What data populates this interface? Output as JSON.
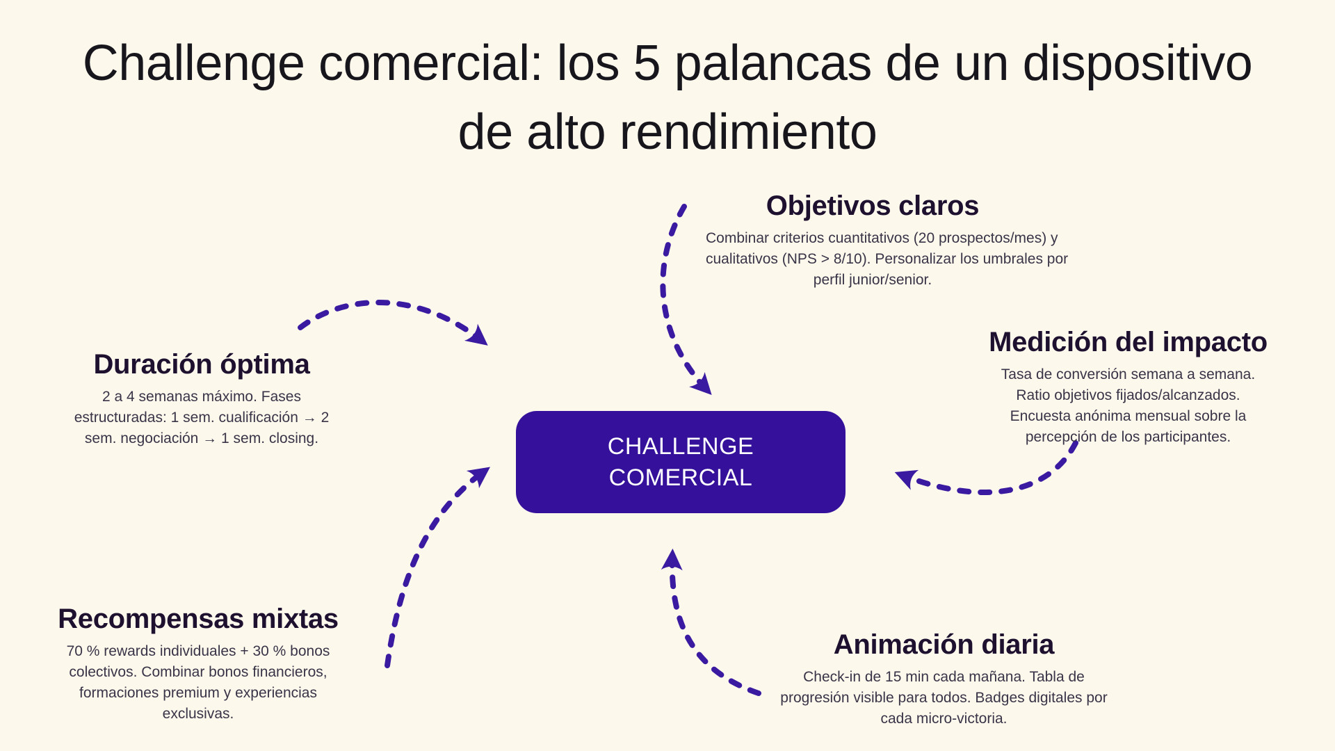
{
  "title": {
    "line1": "Challenge comercial: los 5 palancas de un dispositivo",
    "line2": "de alto rendimiento"
  },
  "center": {
    "label_line1": "CHALLENGE",
    "label_line2": "COMERCIAL"
  },
  "branches": [
    {
      "heading": "Objetivos claros",
      "body_lines": [
        "Combinar criterios cuantitativos (20 prospectos/mes) y",
        "cualitativos (NPS > 8/10). Personalizar los umbrales por",
        "perfil junior/senior."
      ]
    },
    {
      "heading": "Medición del impacto",
      "body_lines": [
        "Tasa de conversión semana a semana.",
        "Ratio objetivos fijados/alcanzados.",
        "Encuesta anónima mensual sobre la",
        "percepción de los participantes."
      ]
    },
    {
      "heading": "Duración óptima",
      "body_lines": [
        "2 a 4 semanas máximo. Fases",
        "estructuradas: 1 sem. cualificación → 2",
        "sem. negociación → 1 sem. closing."
      ]
    },
    {
      "heading": "Recompensas mixtas",
      "body_lines": [
        "70 % rewards individuales + 30 % bonos",
        "colectivos. Combinar bonos financieros,",
        "formaciones premium y experiencias",
        "exclusivas."
      ]
    },
    {
      "heading": "Animación diaria",
      "body_lines": [
        "Check-in de 15 min cada mañana. Tabla de",
        "progresión visible para todos. Badges digitales por",
        "cada micro-victoria."
      ]
    }
  ],
  "colors": {
    "background": "#fcf8ec",
    "accent": "#35119b",
    "arrow": "#3a1aa1",
    "heading_text": "#1e1130",
    "body_text": "#393447",
    "title_text": "#18161d",
    "center_text": "#ffffff"
  }
}
